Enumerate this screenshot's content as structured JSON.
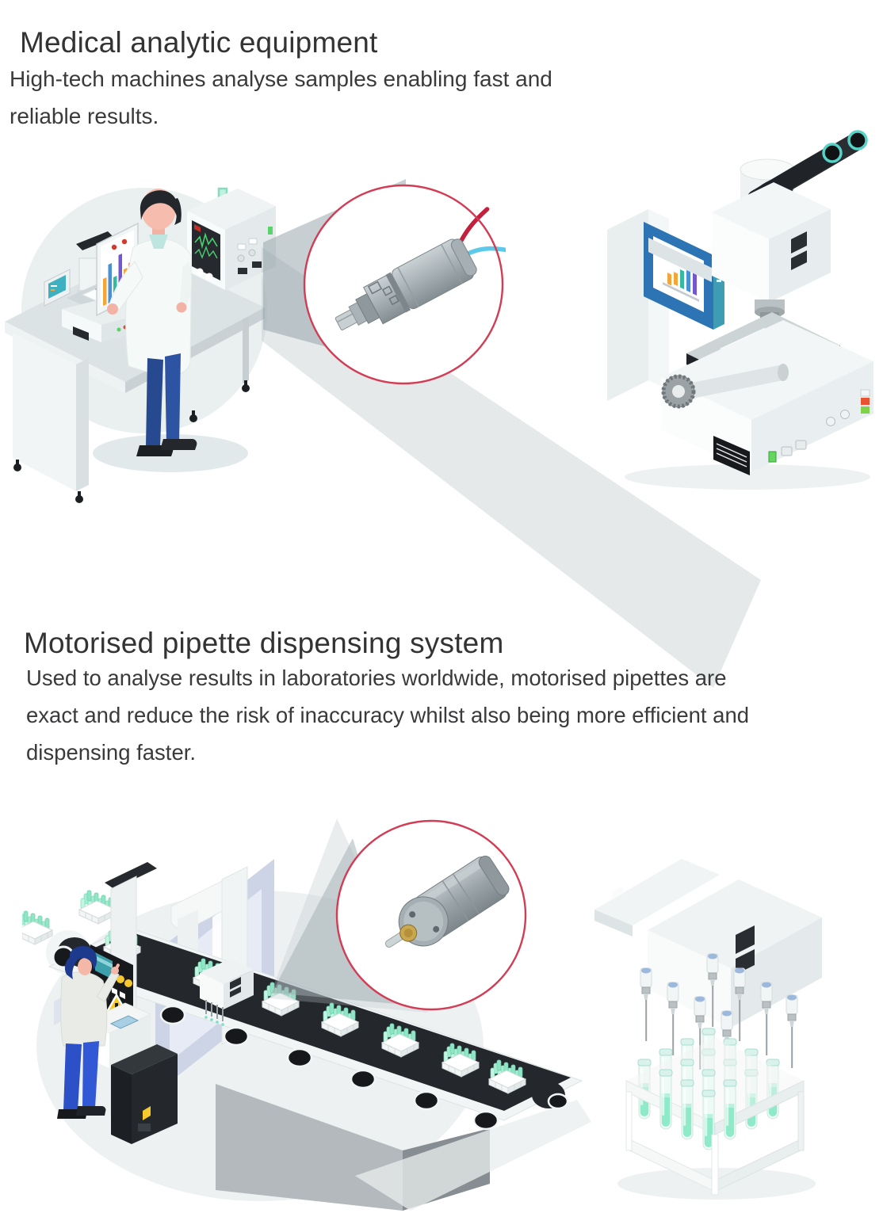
{
  "page": {
    "background": "#ffffff"
  },
  "palette": {
    "heading_text": "#333333",
    "body_text": "#3a3a3c",
    "magnifier_ring": "#d23c54",
    "wire_red": "#c2203c",
    "wire_blue": "#5cc9e9",
    "motor_gray": "#a7b0b5",
    "lab_green": "#8feac9",
    "screen_blue": "#2d74b4",
    "screen_teal": "#3da0ab",
    "belt_dark": "#24272c",
    "operator_pants_blue": "#2b50c8",
    "scientist_pants_navy": "#27498f",
    "warning_yellow": "#f5c92e",
    "chart_orange": "#f4a53a",
    "chart_red": "#d23a2a",
    "chart_blue": "#4a90d9",
    "chart_teal": "#36b9a1",
    "chart_purple": "#7457cd"
  },
  "sections": [
    {
      "heading": "Medical analytic equipment",
      "body_lines": [
        "High-tech machines analyse samples enabling fast and",
        "reliable results."
      ],
      "illustrations": [
        {
          "name": "lab-technician-workstation",
          "description": "Lab technician in a white coat analysing samples at an instrument bench"
        },
        {
          "name": "gearmotor-magnifier",
          "description": "Magnified miniature gearmotor with red and blue lead wires"
        },
        {
          "name": "microscope-analyser",
          "description": "Automated microscope sample analyser with display screen"
        }
      ]
    },
    {
      "heading": "Motorised pipette dispensing system",
      "body_lines": [
        "Used to analyse results in laboratories worldwide, motorised pipettes are",
        "exact and reduce the risk of inaccuracy whilst also being more efficient and",
        "dispensing faster."
      ],
      "illustrations": [
        {
          "name": "conveyor-dispensing-line",
          "description": "Operator at an automated conveyor line dispensing samples into test-tube racks"
        },
        {
          "name": "gearmotor-magnifier",
          "description": "Magnified miniature gearmotor with output shaft"
        },
        {
          "name": "multichannel-pipette-head",
          "description": "Multi-channel motorised pipette head dispensing into a rack of test tubes"
        }
      ]
    }
  ]
}
